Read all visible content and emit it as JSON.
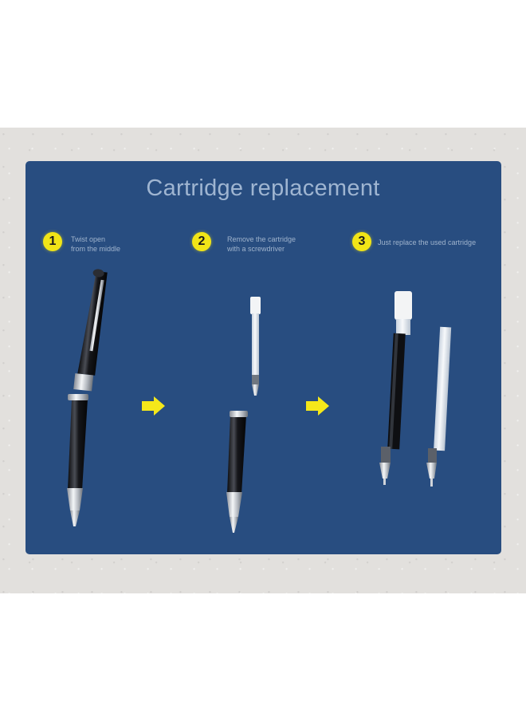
{
  "title": "Cartridge replacement",
  "colors": {
    "panel": "#284d80",
    "badge": "#f1e517",
    "arrow": "#f5e81a",
    "text": "#9fb3cc"
  },
  "steps": [
    {
      "number": "1",
      "lines": [
        "Twist open",
        "from the middle"
      ]
    },
    {
      "number": "2",
      "lines": [
        "Remove the cartridge",
        "with a screwdriver"
      ]
    },
    {
      "number": "3",
      "lines": [
        "Just replace the used cartridge"
      ]
    }
  ],
  "icons": [
    "arrow-right-icon",
    "arrow-right-icon"
  ]
}
